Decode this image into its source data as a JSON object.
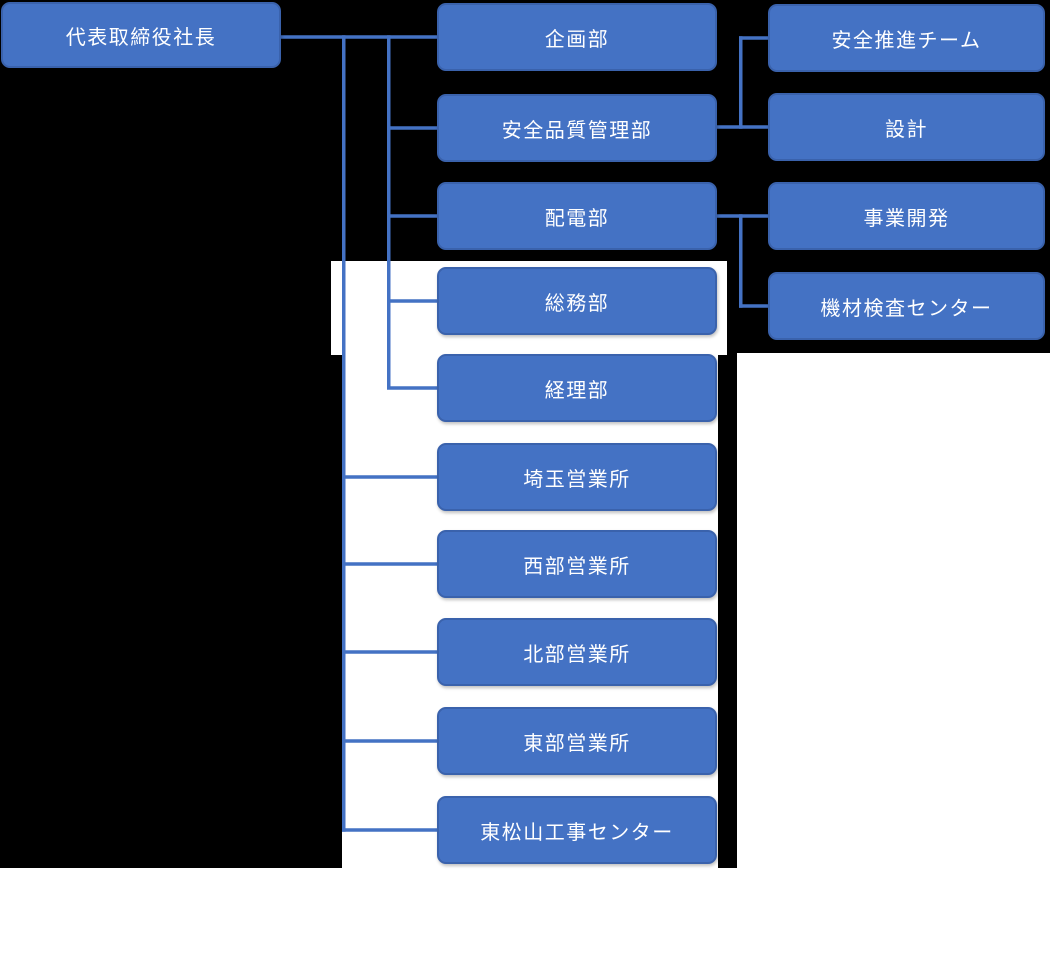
{
  "org_chart": {
    "type": "organization-chart",
    "root": {
      "label": "代表取締役社長"
    },
    "departments": [
      {
        "label": "企画部"
      },
      {
        "label": "安全品質管理部"
      },
      {
        "label": "配電部"
      },
      {
        "label": "総務部"
      },
      {
        "label": "経理部"
      },
      {
        "label": "埼玉営業所"
      },
      {
        "label": "西部営業所"
      },
      {
        "label": "北部営業所"
      },
      {
        "label": "東部営業所"
      },
      {
        "label": "東松山工事センター"
      }
    ],
    "sub_units": [
      {
        "parent": "安全品質管理部",
        "label": "安全推進チーム"
      },
      {
        "parent": "安全品質管理部",
        "label": "設計"
      },
      {
        "parent": "配電部",
        "label": "事業開発"
      },
      {
        "parent": "配電部",
        "label": "機材検査センター"
      }
    ],
    "colors": {
      "node_fill": "#4472C4",
      "node_border": "#3A62AC",
      "node_text": "#FFFFFF",
      "connector": "#4472C4",
      "background": "#000000",
      "panel": "#FFFFFF"
    }
  }
}
